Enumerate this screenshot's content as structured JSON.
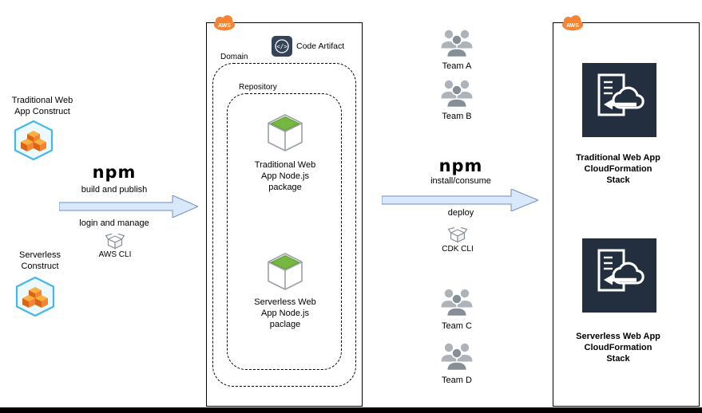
{
  "left": {
    "traditional_construct_label": "Traditional Web\nApp Construct",
    "serverless_construct_label": "Serverless\nConstruct",
    "npm_wordmark": "npm",
    "build_and_publish_label": "build and publish",
    "login_and_manage_label": "login and manage",
    "aws_cli_label": "AWS CLI"
  },
  "codeartifact": {
    "aws_badge_label": "AWS",
    "service_title": "Code Artifact",
    "domain_label": "Domain",
    "repository_label": "Repository",
    "traditional_package_label": "Traditional Web\nApp Node.js\npackage",
    "serverless_package_label": "Serverless Web\nApp Node.js\npaclage"
  },
  "consumers": {
    "team_a_label": "Team A",
    "team_b_label": "Team B",
    "npm_wordmark": "npm",
    "install_consume_label": "install/consume",
    "deploy_label": "deploy",
    "cdk_cli_label": "CDK CLI",
    "team_c_label": "Team C",
    "team_d_label": "Team D"
  },
  "stacks": {
    "aws_badge_label": "AWS",
    "traditional_stack_label": "Traditional Web App\nCloudFormation\nStack",
    "serverless_stack_label": "Serverless Web App\nCloudFormation\nStack"
  },
  "colors": {
    "arrow_fill": "#dae8fc",
    "arrow_stroke": "#6c8ebf",
    "aws_orange": "#f58534",
    "stack_navy": "#232f3e",
    "package_green": "#76b83f",
    "construct_blue": "#44b9e8"
  }
}
